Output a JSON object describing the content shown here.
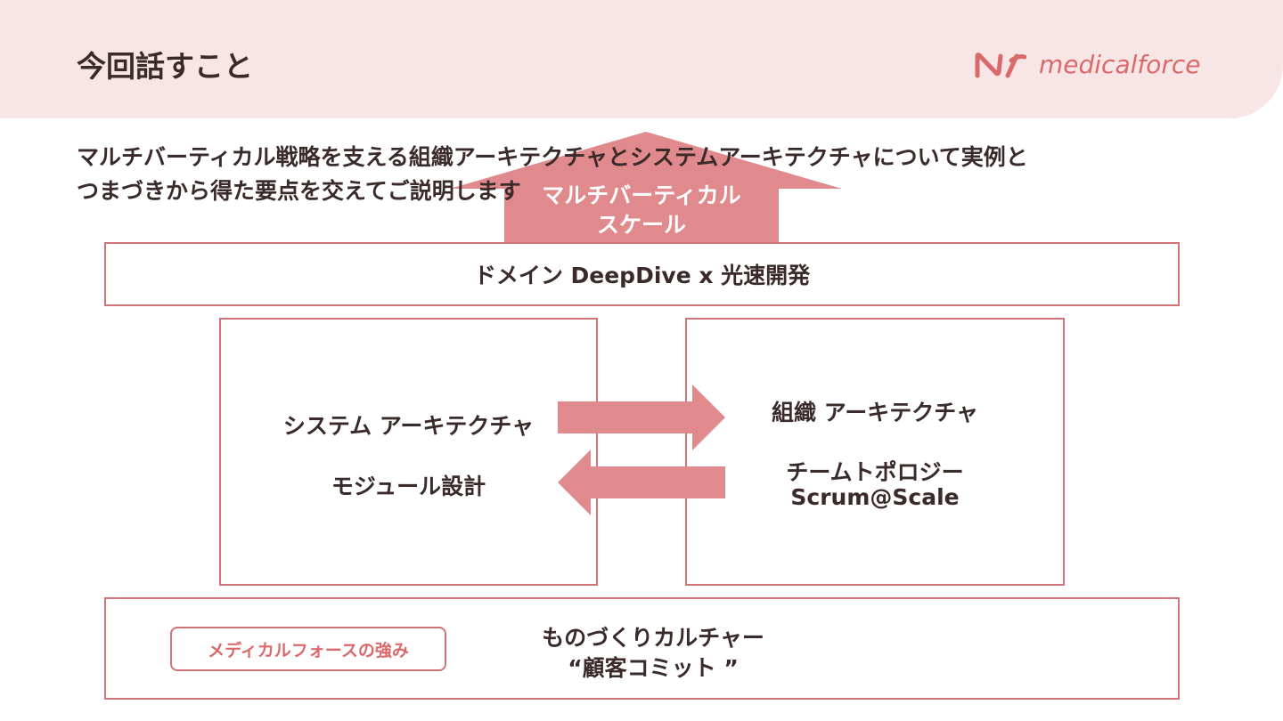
{
  "header": {
    "title": "今回話すこと",
    "logo_text": "medicalforce"
  },
  "subtitle": {
    "line1": "マルチバーティカル戦略を支える組織アーキテクチャとシステムアーキテクチャについて実例と",
    "line2": "つまづきから得た要点を交えてご説明します"
  },
  "up_arrow": {
    "line1": "マルチバーティカル",
    "line2": "スケール"
  },
  "domain_box": {
    "label": "ドメイン DeepDive x 光速開発"
  },
  "system_box": {
    "title": "システム アーキテクチャ",
    "sub": "モジュール設計"
  },
  "org_box": {
    "title": "組織 アーキテクチャ",
    "sub1": "チームトポロジー",
    "sub2": "Scrum@Scale"
  },
  "culture_box": {
    "badge": "メディカルフォースの強み",
    "line1": "ものづくりカルチャー",
    "line2": "“顧客コミット ”"
  },
  "colors": {
    "accent": "#d96a6c",
    "arrow_fill": "#e08a8d",
    "header_bg": "#f8e6e7",
    "border": "#d07378"
  }
}
